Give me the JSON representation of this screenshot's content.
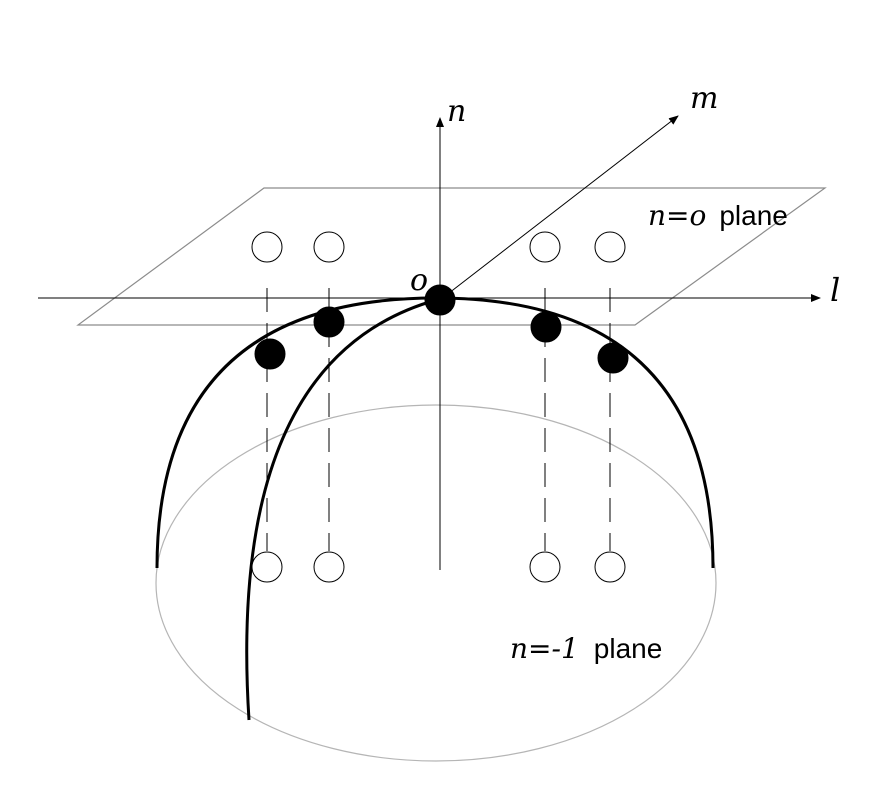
{
  "labels": {
    "axis_n": "n",
    "axis_m": "m",
    "axis_l": "l",
    "origin": "o",
    "plane_top_var": "n=o",
    "plane_top_word": "plane",
    "plane_bottom_var": "n=-1",
    "plane_bottom_word": "plane"
  },
  "points": {
    "top_plane_open_count": 4,
    "sphere_filled_count": 5,
    "bottom_plane_open_count": 4
  },
  "colors": {
    "line": "#000000",
    "plane_outline": "#8c8c8c",
    "ellipse_outline": "#b5b5b5",
    "point_fill": "#000000",
    "open_point_fill": "#ffffff"
  }
}
